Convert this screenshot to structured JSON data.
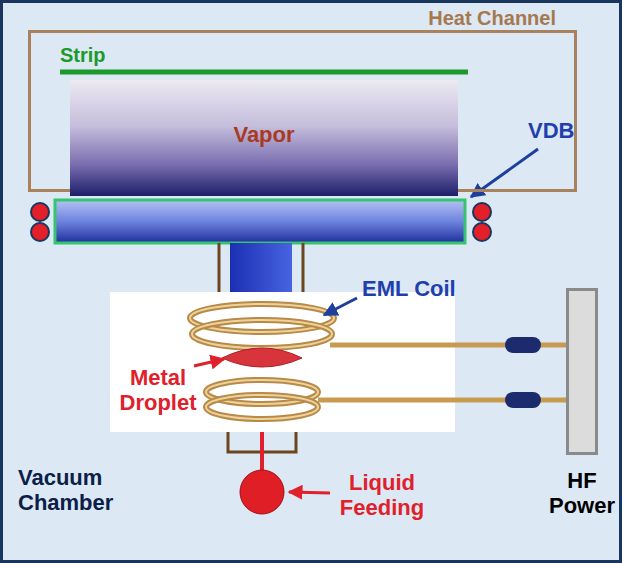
{
  "diagram": {
    "nodes": [
      {
        "text": [
          "Vacuum Chamber"
        ]
      },
      {
        "text": [
          "Heat Channel"
        ],
        "in": 0
      },
      {
        "text": [
          "Vapor"
        ],
        "in": 1
      },
      {
        "text": [
          "HF Power"
        ],
        "in": 0
      }
    ],
    "labels": [
      "Strip",
      "VDB",
      "EML Coil",
      "Metal Droplet",
      "Liquid Feeding"
    ]
  }
}
